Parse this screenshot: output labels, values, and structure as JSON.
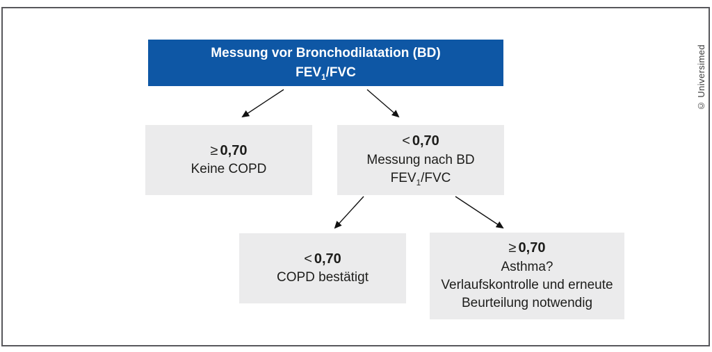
{
  "meta": {
    "copyright": "© Universimed"
  },
  "colors": {
    "blue": "#0e57a5",
    "gray_box": "#ebebec",
    "frame": "#57575b",
    "text_dark": "#1d1d1b",
    "white": "#ffffff"
  },
  "flowchart": {
    "root": {
      "title": "Messung vor Bronchodilatation (BD)",
      "ratio": {
        "base": "FEV",
        "sub": "1",
        "rest": "/FVC"
      }
    },
    "nodes": {
      "no_copd": {
        "op": "≥",
        "value": "0,70",
        "label": "Keine COPD"
      },
      "post_bd": {
        "op": "<",
        "value": "0,70",
        "label": "Messung nach BD",
        "ratio": {
          "base": "FEV",
          "sub": "1",
          "rest": "/FVC"
        }
      },
      "copd_confirmed": {
        "op": "<",
        "value": "0,70",
        "label": "COPD bestätigt"
      },
      "asthma": {
        "op": "≥",
        "value": "0,70",
        "line1": "Asthma?",
        "line2": "Verlaufskontrolle und erneute",
        "line3": "Beurteilung notwendig"
      }
    }
  }
}
